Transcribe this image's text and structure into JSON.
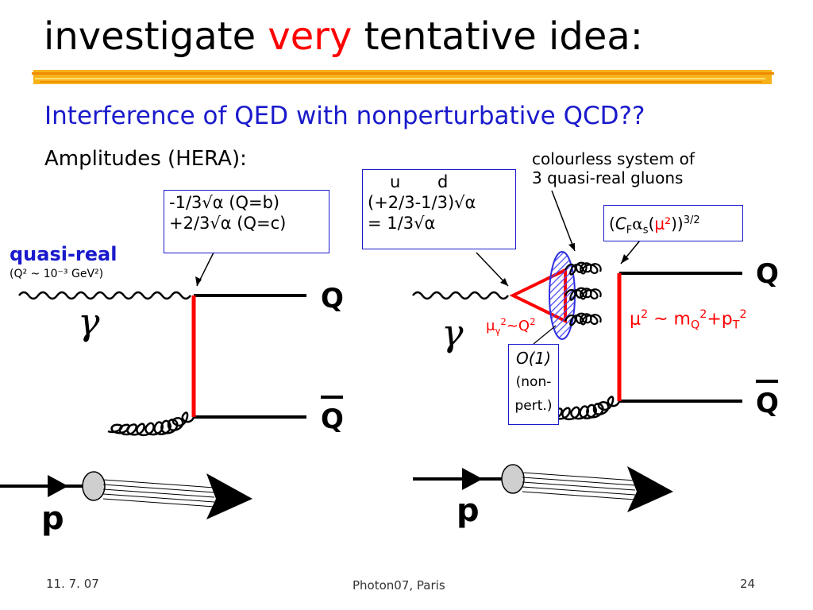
{
  "title": {
    "prefix": "investigate ",
    "highlight": "very",
    "suffix": " tentative idea:"
  },
  "subtitle": "Interference of QED with nonperturbative QCD??",
  "amplitudes_label": "Amplitudes (HERA):",
  "left_diagram": {
    "charge_box": {
      "line1": "-1/3√α  (Q=b)",
      "line2": "+2/3√α  (Q=c)"
    },
    "photon_label": "quasi-real",
    "photon_virtuality": "(Q² ~ 10⁻³ GeV²)",
    "gamma_symbol": "γ",
    "quark_label": "Q",
    "antiquark_label": "Q",
    "proton_label": "p"
  },
  "right_diagram": {
    "charge_box": {
      "line1": "u       d",
      "line2": "(+2/3-1/3)√α",
      "line3": "= 1/3√α"
    },
    "colourless_note": {
      "line1": "colourless system of",
      "line2": "3 quasi-real gluons"
    },
    "coupling_box": "(CFαs(μ²))3/2",
    "scale_label": "μγ²~Q²",
    "hard_scale": "μ² ~ mQ²+pT²",
    "order_box": {
      "line1": "O(1)",
      "line2": "(non-",
      "line3": "pert.)"
    },
    "gamma_symbol": "γ",
    "quark_label": "Q",
    "antiquark_label": "Q",
    "proton_label": "p"
  },
  "footer": {
    "date": "11. 7. 07",
    "conference": "Photon07, Paris",
    "page": "24"
  },
  "colors": {
    "title_highlight": "#ff0000",
    "subtitle": "#1a1acc",
    "propagator": "#ff0000",
    "blob": "#4848ff",
    "rule": "#f5a000"
  }
}
